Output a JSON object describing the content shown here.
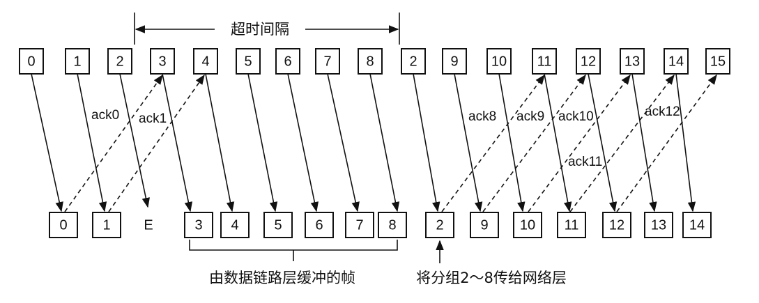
{
  "sender_frames": [
    "0",
    "1",
    "2",
    "3",
    "4",
    "5",
    "6",
    "7",
    "8",
    "2",
    "9",
    "10",
    "11",
    "12",
    "13",
    "14",
    "15"
  ],
  "receiver_frames": [
    "0",
    "1",
    "E",
    "3",
    "4",
    "5",
    "6",
    "7",
    "8",
    "2",
    "9",
    "10",
    "11",
    "12",
    "13",
    "14"
  ],
  "timeout_label": "超时间隔",
  "acks": [
    "ack0",
    "ack1",
    "ack8",
    "ack9",
    "ack10",
    "ack11",
    "ack12"
  ],
  "captions": {
    "buffered": "由数据链路层缓冲的帧",
    "deliver": "将分组2～8传给网络层"
  }
}
